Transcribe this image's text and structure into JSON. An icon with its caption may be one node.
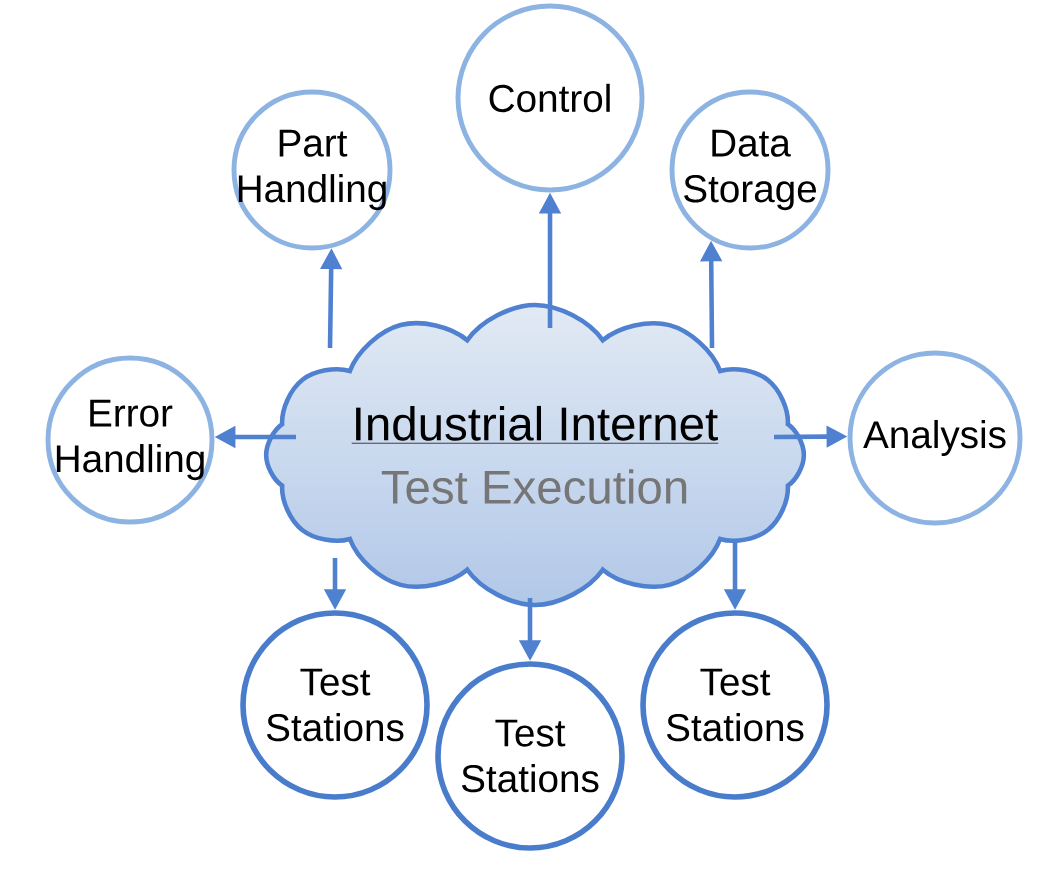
{
  "diagram": {
    "nodes": [
      {
        "text": [
          "Industrial Internet",
          "Test Execution"
        ]
      },
      {
        "text": [
          "Part Handling"
        ]
      },
      {
        "text": [
          "Control"
        ]
      },
      {
        "text": [
          "Data Storage"
        ]
      },
      {
        "text": [
          "Error Handling"
        ]
      },
      {
        "text": [
          "Analysis"
        ]
      },
      {
        "text": [
          "Test Stations"
        ]
      },
      {
        "text": [
          "Test Stations"
        ]
      },
      {
        "text": [
          "Test Stations"
        ]
      }
    ],
    "edges": [
      {
        "from": 0,
        "to": 1,
        "arrow": "to"
      },
      {
        "from": 0,
        "to": 2,
        "arrow": "to"
      },
      {
        "from": 0,
        "to": 3,
        "arrow": "to"
      },
      {
        "from": 0,
        "to": 4,
        "arrow": "to"
      },
      {
        "from": 0,
        "to": 5,
        "arrow": "to"
      },
      {
        "from": 0,
        "to": 6,
        "arrow": "to"
      },
      {
        "from": 0,
        "to": 7,
        "arrow": "to"
      },
      {
        "from": 0,
        "to": 8,
        "arrow": "to"
      }
    ]
  }
}
